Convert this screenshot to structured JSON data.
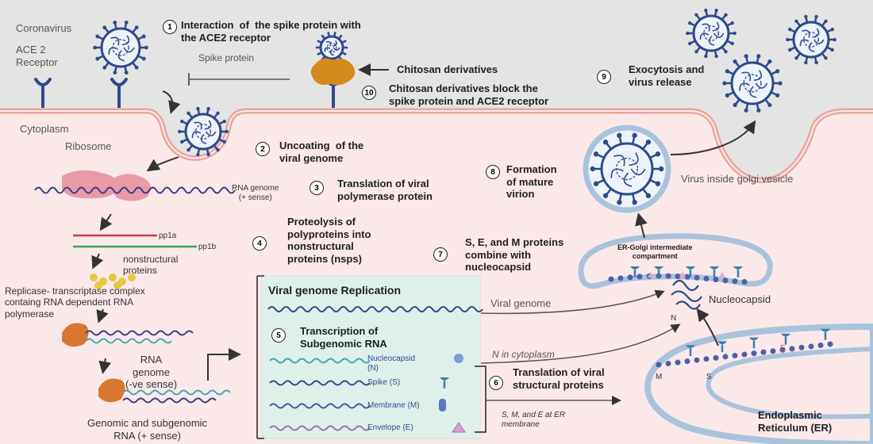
{
  "labels": {
    "coronavirus": "Coronavirus",
    "ace2": "ACE 2\nReceptor",
    "spike_protein": "Spike protein",
    "cytoplasm": "Cytoplasm",
    "ribosome": "Ribosome",
    "rna_genome_plus": "RNA genome\n(+ sense)",
    "pp1a": "pp1a",
    "pp1b": "pp1b",
    "nonstructural": "nonstructural\nproteins",
    "replicase": "Replicase- transcriptase complex\ncontaing RNA dependent RNA\npolymerase",
    "rna_genome_minus": "RNA\ngenome\n(-ve sense)",
    "genomic_subgenomic": "Genomic and subgenomic\nRNA (+ sense)",
    "viral_genome": "Viral genome",
    "n_in_cytoplasm": "N in cytoplasm",
    "sme_er": "S, M, and E at ER\nmembrane",
    "nucleocapsid": "Nucleocapsid",
    "n": "N",
    "m": "M",
    "s": "S",
    "e": "E",
    "er": "Endoplasmic\nReticulum (ER)",
    "ergic": "ER-Golgi intermediate\ncompartment",
    "golgi_vesicle": "Virus inside golgi vesicle",
    "chitosan": "Chitosan derivatives"
  },
  "steps": [
    {
      "num": "1",
      "text": "Interaction  of  the spike protein with\nthe ACE2 receptor"
    },
    {
      "num": "2",
      "text": "Uncoating  of the\nviral genome"
    },
    {
      "num": "3",
      "text": "Translation of viral\npolymerase protein"
    },
    {
      "num": "4",
      "text": "Proteolysis of\npolyproteins into\nnonstructural\nproteins (nsps)"
    },
    {
      "num": "5",
      "text": "Transcription of\nSubgenomic RNA"
    },
    {
      "num": "6",
      "text": "Translation of viral\nstructural proteins"
    },
    {
      "num": "7",
      "text": "S, E, and M proteins\ncombine with\nnucleocapsid"
    },
    {
      "num": "8",
      "text": "Formation\nof mature\nvirion"
    },
    {
      "num": "9",
      "text": "Exocytosis and\nvirus release"
    },
    {
      "num": "10",
      "text": "Chitosan derivatives block the\nspike protein and ACE2 receptor"
    }
  ],
  "box": {
    "replication_title": "Viral genome Replication",
    "legend": [
      {
        "label": "Nucleocapsid\n(N)"
      },
      {
        "label": "Spike (S)"
      },
      {
        "label": "Membrane (M)"
      },
      {
        "label": "Envelope (E)"
      }
    ]
  },
  "colors": {
    "outside": "#e4e4e4",
    "cytoplasm": "#fbe9ea",
    "membrane": "#f0b6b0",
    "virus_blue": "#2d4a8c",
    "box_fill": "#dff0ea",
    "ribosome": "#e99aa8",
    "enzyme": "#d9772f",
    "chitosan": "#d58a1c",
    "pp1a": "#d33b3b",
    "pp1b": "#38a84e",
    "nsp": "#e8c640"
  }
}
